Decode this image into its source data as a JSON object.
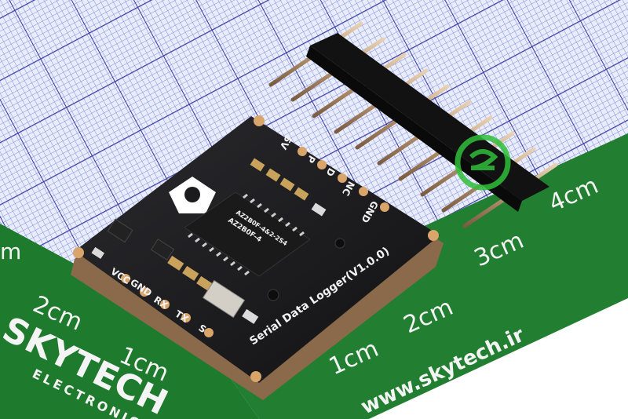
{
  "board": {
    "title": "Serial Data Logger(V1.0.0)",
    "chip_line1": "AZ2B0F-4",
    "chip_line2": "AZ2B0F-4&2-2S4",
    "pins_left": [
      "VCC",
      "GND",
      "RX",
      "TX",
      "S"
    ],
    "pins_right": [
      "5V",
      "P",
      "D",
      "NC",
      "GND"
    ]
  },
  "ruler": {
    "top_labels": [
      "1cm",
      "2cm",
      "3cm",
      "4cm"
    ],
    "bottom_labels": [
      "1cm",
      "2cm"
    ],
    "left_label": "m",
    "brand": "SKYTECH",
    "brand_sub": "ELECTRONIC",
    "url": "www.skytech.ir"
  },
  "colors": {
    "mat_grid": "#3a4fbf",
    "mat_green": "#1f7a2e",
    "pcb": "#1b1b1d"
  }
}
